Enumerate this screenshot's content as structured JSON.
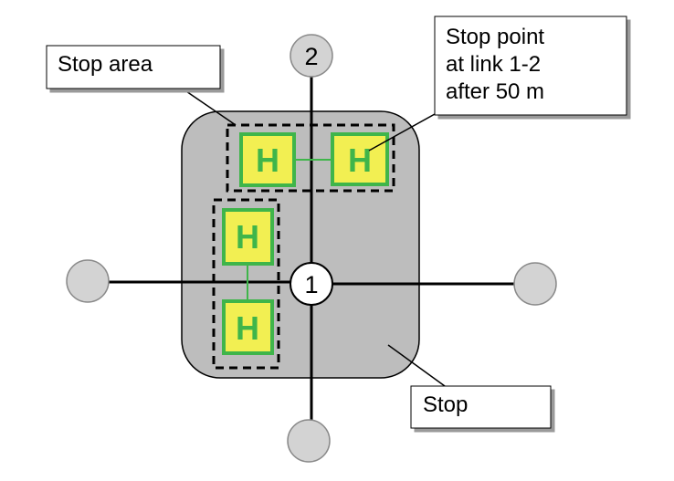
{
  "callouts": {
    "stop_area": "Stop area",
    "stop_point": [
      "Stop point",
      "at link 1-2",
      "after 50 m"
    ],
    "stop": "Stop"
  },
  "nodes": {
    "center": "1",
    "top": "2"
  },
  "stop_point_letter": "H",
  "colors": {
    "stop_fill": "#bdbdbd",
    "node_fill": "#d3d3d3",
    "stop_point_fill": "#f2ef52",
    "stop_point_border": "#3fb54a",
    "stop_point_letter": "#3fb54a",
    "link": "#000000"
  }
}
